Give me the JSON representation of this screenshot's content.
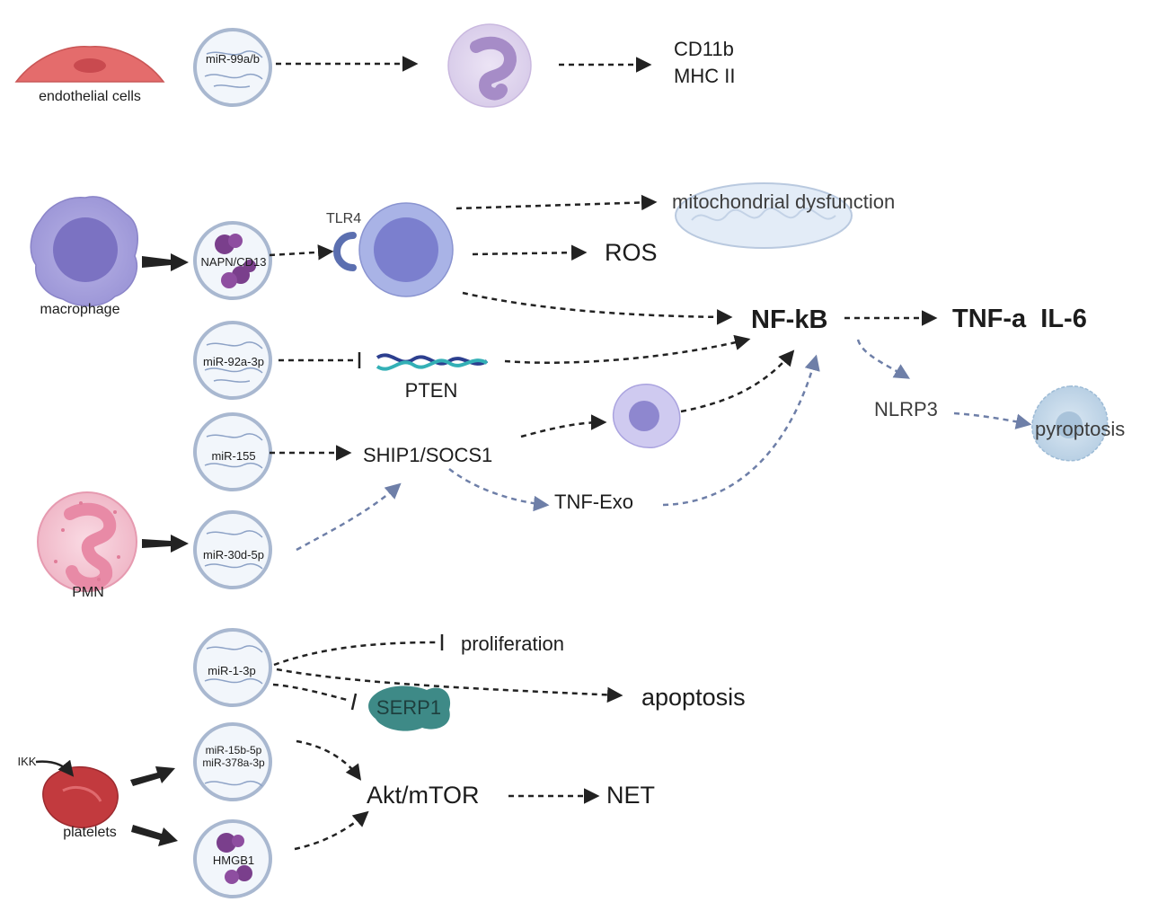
{
  "cells": {
    "endothelial": "endothelial cells",
    "macrophage": "macrophage",
    "pmn": "PMN",
    "platelets": "platelets",
    "ikk": "IKK"
  },
  "vesicles": {
    "mir99": "miR-99a/b",
    "napn": "NAPN/CD13",
    "mir92": "miR-92a-3p",
    "mir155": "miR-155",
    "mir30": "miR-30d-5p",
    "mir1": "miR-1-3p",
    "mir15_line1": "miR-15b-5p",
    "mir15_line2": "miR-378a-3p",
    "hmgb1": "HMGB1"
  },
  "nodes": {
    "cd11b": "CD11b",
    "mhc2": "MHC II",
    "tlr4": "TLR4",
    "mito": "mitochondrial dysfunction",
    "ros": "ROS",
    "nfkb": "NF-kB",
    "tnf_il6": "TNF-a  IL-6",
    "pten": "PTEN",
    "nlrp3": "NLRP3",
    "pyroptosis": "pyroptosis",
    "ship1": "SHIP1/SOCS1",
    "tnfexo": "TNF-Exo",
    "proliferation": "proliferation",
    "serp1": "SERP1",
    "apoptosis": "apoptosis",
    "akt": "Akt/mTOR",
    "net": "NET"
  },
  "colors": {
    "black_arrow": "#222222",
    "blue_arrow": "#6e7fa8",
    "vesicle_ring": "#a9b8d0",
    "vesicle_fill": "#f2f6fb",
    "macrophage": "#8e87cf",
    "endothelial": "#e0686a",
    "pmn": "#f2a9be",
    "platelet": "#c23a3e",
    "serp1": "#3e8a87"
  }
}
